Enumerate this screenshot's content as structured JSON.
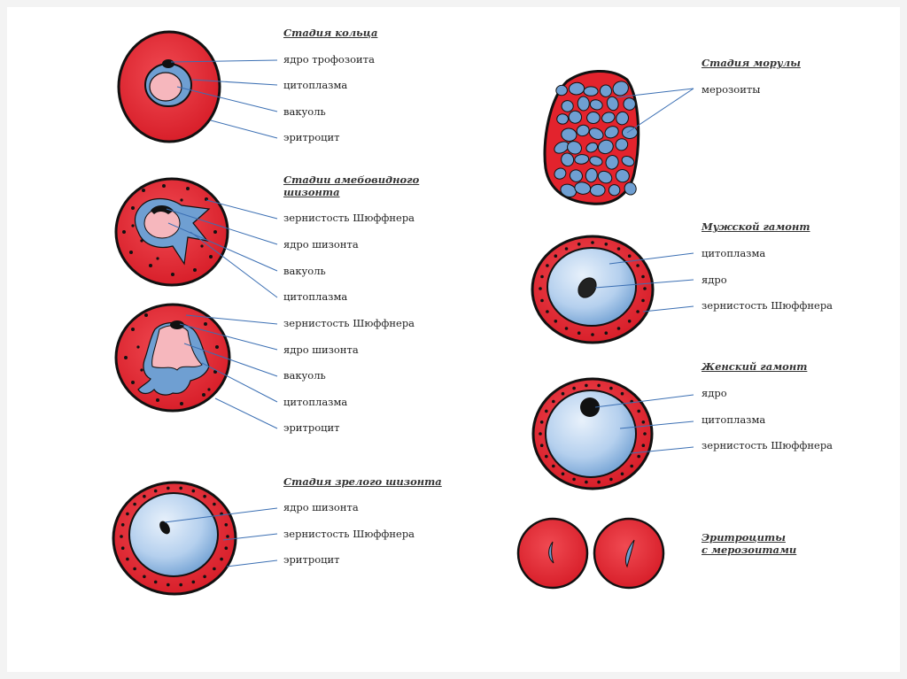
{
  "colors": {
    "cell_red": "#e3232d",
    "cytoplasm_blue": "#6f9fd2",
    "vacuole_pink": "#f6b7bd",
    "leader_line": "#3b6fb3",
    "outline": "#111111"
  },
  "ring_stage": {
    "title": "Стадия кольца",
    "labels": [
      "ядро трофозоита",
      "цитоплазма",
      "вакуоль",
      "эритроцит"
    ]
  },
  "amoeboid_stage": {
    "title_line1": "Стадии амебовидного",
    "title_line2": "шизонта",
    "labels_a": [
      "зернистость Шюффнера",
      "ядро шизонта",
      "вакуоль",
      "цитоплазма"
    ],
    "labels_b": [
      "зернистость Шюффнера",
      "ядро шизонта",
      "вакуоль",
      "цитоплазма",
      "эритроцит"
    ]
  },
  "mature_schizont": {
    "title": "Стадия зрелого шизонта",
    "labels": [
      "ядро шизонта",
      "зернистость Шюффнера",
      "эритроцит"
    ]
  },
  "morula_stage": {
    "title": "Стадия морулы",
    "labels": [
      "мерозоиты"
    ]
  },
  "male_gamont": {
    "title": "Мужской гамонт",
    "labels": [
      "цитоплазма",
      "ядро",
      "зернистость Шюффнера"
    ]
  },
  "female_gamont": {
    "title": "Женский гамонт",
    "labels": [
      "ядро",
      "цитоплазма",
      "зернистость Шюффнера"
    ]
  },
  "merozoite_cells": {
    "title_line1": "Эритроциты",
    "title_line2": "с мерозоитами"
  }
}
